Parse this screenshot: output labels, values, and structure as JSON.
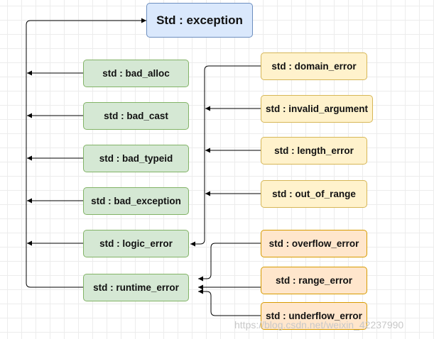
{
  "nodes": {
    "root": "Std : exception",
    "bad_alloc": "std : bad_alloc",
    "bad_cast": "std : bad_cast",
    "bad_typeid": "std : bad_typeid",
    "bad_exception": "std : bad_exception",
    "logic_error": "std : logic_error",
    "runtime_error": "std : runtime_error",
    "domain_error": "std : domain_error",
    "invalid_argument": "std : invalid_argument",
    "length_error": "std : length_error",
    "out_of_range": "std : out_of_range",
    "overflow_error": "std : overflow_error",
    "range_error": "std : range_error",
    "underflow_error": "std : underflow_error"
  },
  "colors": {
    "root_fill": "#dae8fc",
    "root_stroke": "#6c8ebf",
    "green_fill": "#d5e8d4",
    "green_stroke": "#82b366",
    "yellow_fill": "#fff2cc",
    "yellow_stroke": "#d6b656",
    "orange_fill": "#ffe6cc",
    "orange_stroke": "#d79b00"
  },
  "watermark": "https://blog.csdn.net/weixin_42237990"
}
